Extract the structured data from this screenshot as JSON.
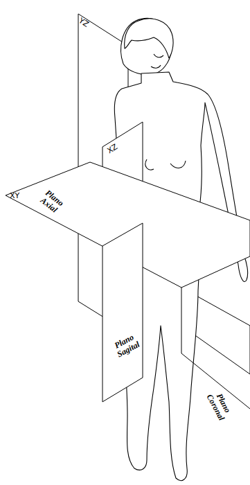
{
  "diagram": {
    "labels": [
      "YZ",
      "XZ",
      "XY",
      "Plano Axial",
      "Plano Sagital",
      "Plano Coronal"
    ]
  }
}
